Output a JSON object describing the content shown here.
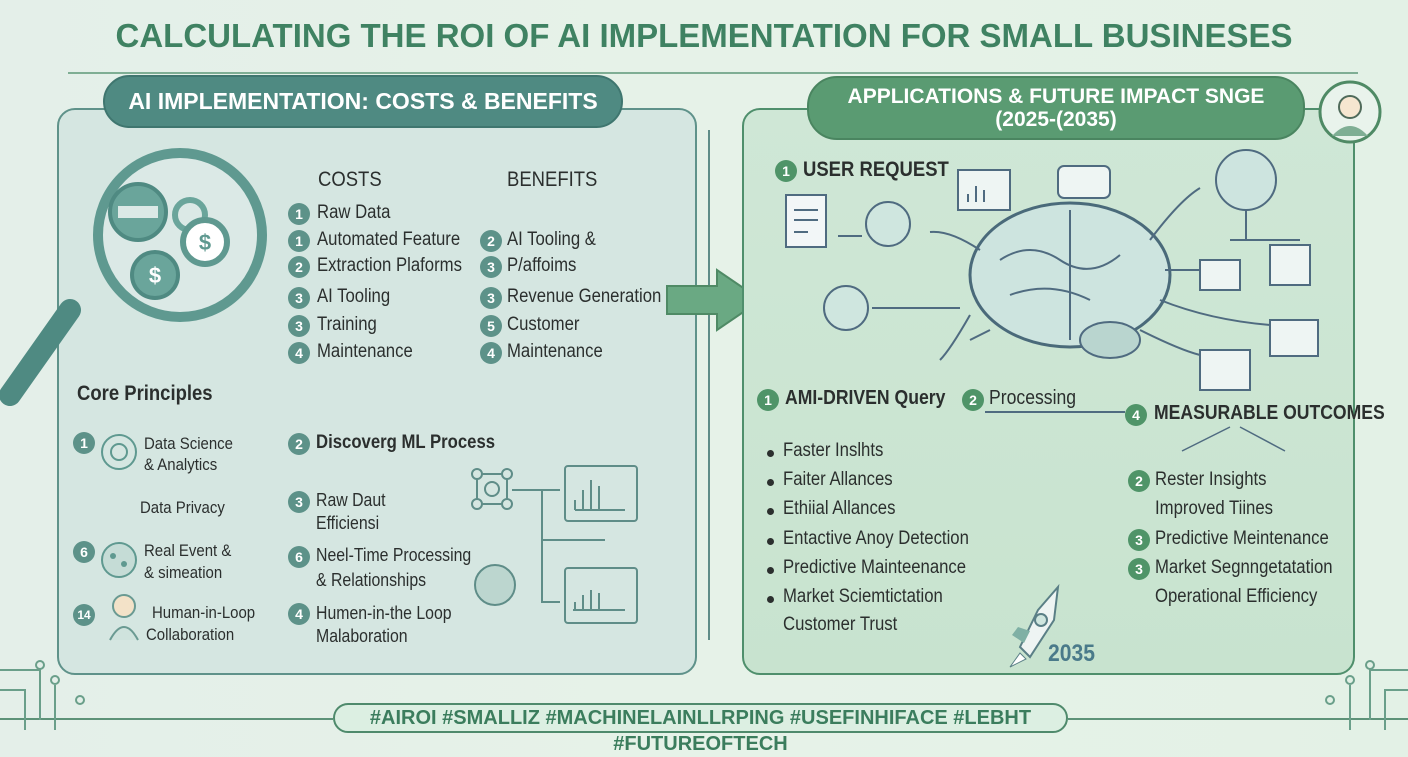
{
  "title": "CALCULATING THE ROI OF AI IMPLEMENTATION FOR SMALL BUSINESES",
  "left": {
    "header": "AI IMPLEMENTATION: COSTS & BENEFITS",
    "costs_label": "COSTS",
    "benefits_label": "BENEFITS",
    "costs": [
      {
        "n": "1",
        "t": "Raw Data"
      },
      {
        "n": "1",
        "t": "Automated Feature"
      },
      {
        "n": "2",
        "t": "Extraction Plaforms"
      },
      {
        "n": "3",
        "t": "AI Tooling"
      },
      {
        "n": "3",
        "t": "Training"
      },
      {
        "n": "4",
        "t": "Maintenance"
      }
    ],
    "benefits": [
      {
        "n": "2",
        "t": "AI Tooling &"
      },
      {
        "n": "3",
        "t": "P/affoims"
      },
      {
        "n": "3",
        "t": "Revenue Generation"
      },
      {
        "n": "5",
        "t": "Customer"
      },
      {
        "n": "4",
        "t": "Maintenance"
      }
    ],
    "core_title": "Core Principles",
    "principles": [
      {
        "n": "1",
        "l1": "Data Science",
        "l2": "& Analytics"
      },
      {
        "n": "",
        "l1": "Data Privacy",
        "l2": ""
      },
      {
        "n": "6",
        "l1": "Real Event &",
        "l2": "& simeation"
      },
      {
        "n": "14",
        "l1": "Human-in-Loop",
        "l2": "Collaboration"
      }
    ],
    "process": [
      {
        "n": "2",
        "l1": "Discoverg ML Process",
        "l2": ""
      },
      {
        "n": "3",
        "l1": "Raw Daut",
        "l2": "Efficiensi"
      },
      {
        "n": "6",
        "l1": "Neel-Time Processing",
        "l2": "& Relationships"
      },
      {
        "n": "4",
        "l1": "Humen-in-the Loop",
        "l2": "Malaboration"
      }
    ]
  },
  "right": {
    "header_l1": "APPLICATIONS & FUTURE IMPACT SNGE",
    "header_l2": "(2025-(2035)",
    "user_request": {
      "n": "1",
      "t": "USER REQUEST"
    },
    "query": {
      "n": "1",
      "t": "AMI-DRIVEN Query"
    },
    "processing": {
      "n": "2",
      "t": "Processing"
    },
    "outcomes": {
      "n": "4",
      "t": "MEASURABLE OUTCOMES"
    },
    "bullets": [
      "Faster Inslhts",
      "Faiter Allances",
      "Ethiial Allances",
      "Entactive Anoy Detection",
      "Predictive Mainteenance",
      "Market Sciemtictation",
      "Customer Trust"
    ],
    "results": [
      {
        "n": "2",
        "t": "Rester Insights"
      },
      {
        "n": "",
        "t": "Improved Tiines"
      },
      {
        "n": "3",
        "t": "Predictive Meintenance"
      },
      {
        "n": "3",
        "t": "Market Segnngetatation"
      },
      {
        "n": "",
        "t": "Operational Efficiency"
      }
    ],
    "year": "2035"
  },
  "hashtags": "#AIROI #SMALLIZ #MACHINELAINLLRPING #USEFINHIFACE #LEBHT #FUTUREOFTECH"
}
